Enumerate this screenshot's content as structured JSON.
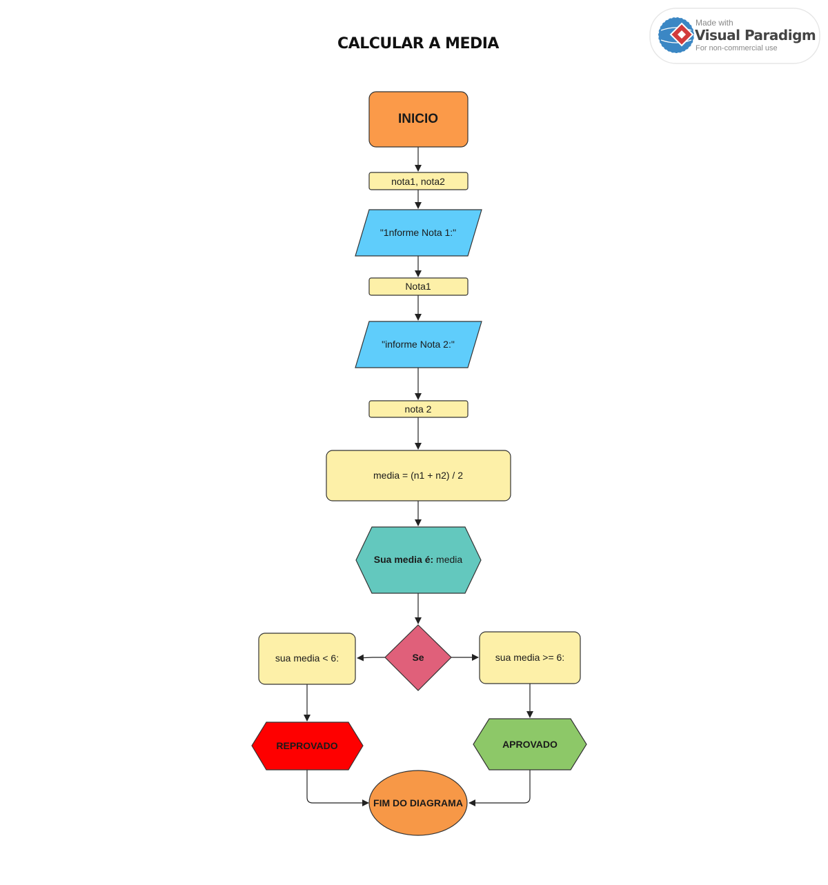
{
  "title": "CALCULAR A MEDIA",
  "watermark": {
    "line1": "Made with",
    "line2": "Visual Paradigm",
    "line3": "For non-commercial use"
  },
  "colors": {
    "terminal": "#fb9a49",
    "data": "#fdf0a8",
    "io": "#5fcdfb",
    "display": "#63c8be",
    "decision": "#e0607a",
    "fail": "#fe0000",
    "pass": "#8dc868",
    "end": "#f79847"
  },
  "nodes": {
    "inicio": "INICIO",
    "vars": "nota1, nota2",
    "prompt1": "\"1nforme Nota 1:\"",
    "input1": "Nota1",
    "prompt2": "\"informe Nota 2:\"",
    "input2": "nota 2",
    "calc": "media = (n1 + n2) / 2",
    "display_bold": "Sua media é:",
    "display_rest": " media",
    "decision": "Se",
    "cond_lt": "sua media < 6:",
    "cond_ge": "sua media >= 6:",
    "reprovado": "REPROVADO",
    "aprovado": "APROVADO",
    "fim": "FIM DO DIAGRAMA"
  }
}
